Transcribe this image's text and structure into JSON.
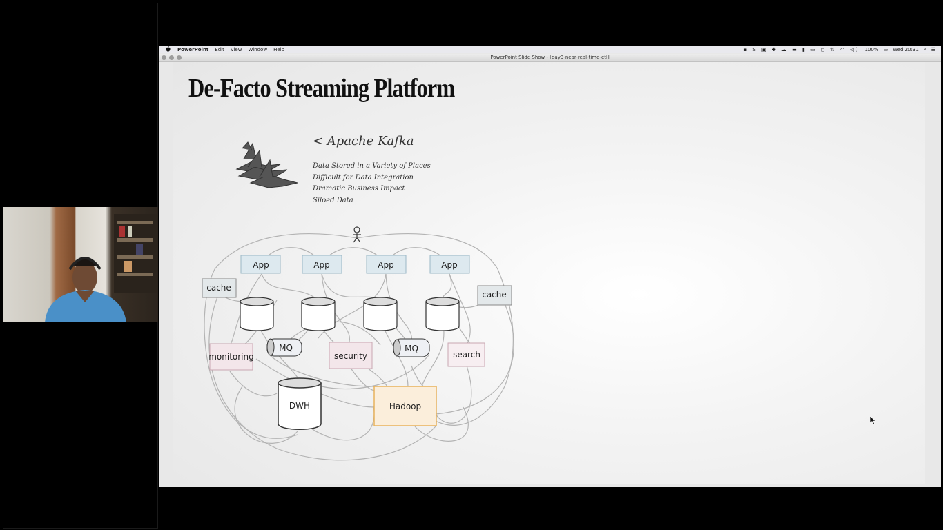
{
  "menubar": {
    "apple": "",
    "app_name": "PowerPoint",
    "items": [
      "Edit",
      "View",
      "Window",
      "Help"
    ],
    "battery": "100%",
    "clock": "Wed 20:31"
  },
  "window": {
    "title": "PowerPoint Slide Show - [day3-near-real-time-etl]"
  },
  "slide": {
    "title": "De-Facto Streaming Platform",
    "kafka_heading": "< Apache Kafka",
    "bullets": [
      "Data Stored in a Variety of Places",
      "Difficult for Data Integration",
      "Dramatic Business Impact",
      "Siloed Data"
    ],
    "diagram": {
      "apps": [
        "App",
        "App",
        "App",
        "App"
      ],
      "cache_left": "cache",
      "cache_right": "cache",
      "monitoring": "monitoring",
      "mq_left": "MQ",
      "security": "security",
      "mq_right": "MQ",
      "search": "search",
      "dwh": "DWH",
      "hadoop": "Hadoop"
    }
  },
  "colors": {
    "app_box": "#dde9ef",
    "cache_box": "#e3e8ea",
    "pink_box": "#f3e6ea",
    "hadoop_box": "#fbeedb",
    "hadoop_border": "#e8b25c"
  },
  "icons": [
    "apple-icon",
    "geese-logo-icon",
    "stick-figure-icon",
    "mouse-cursor-icon"
  ]
}
